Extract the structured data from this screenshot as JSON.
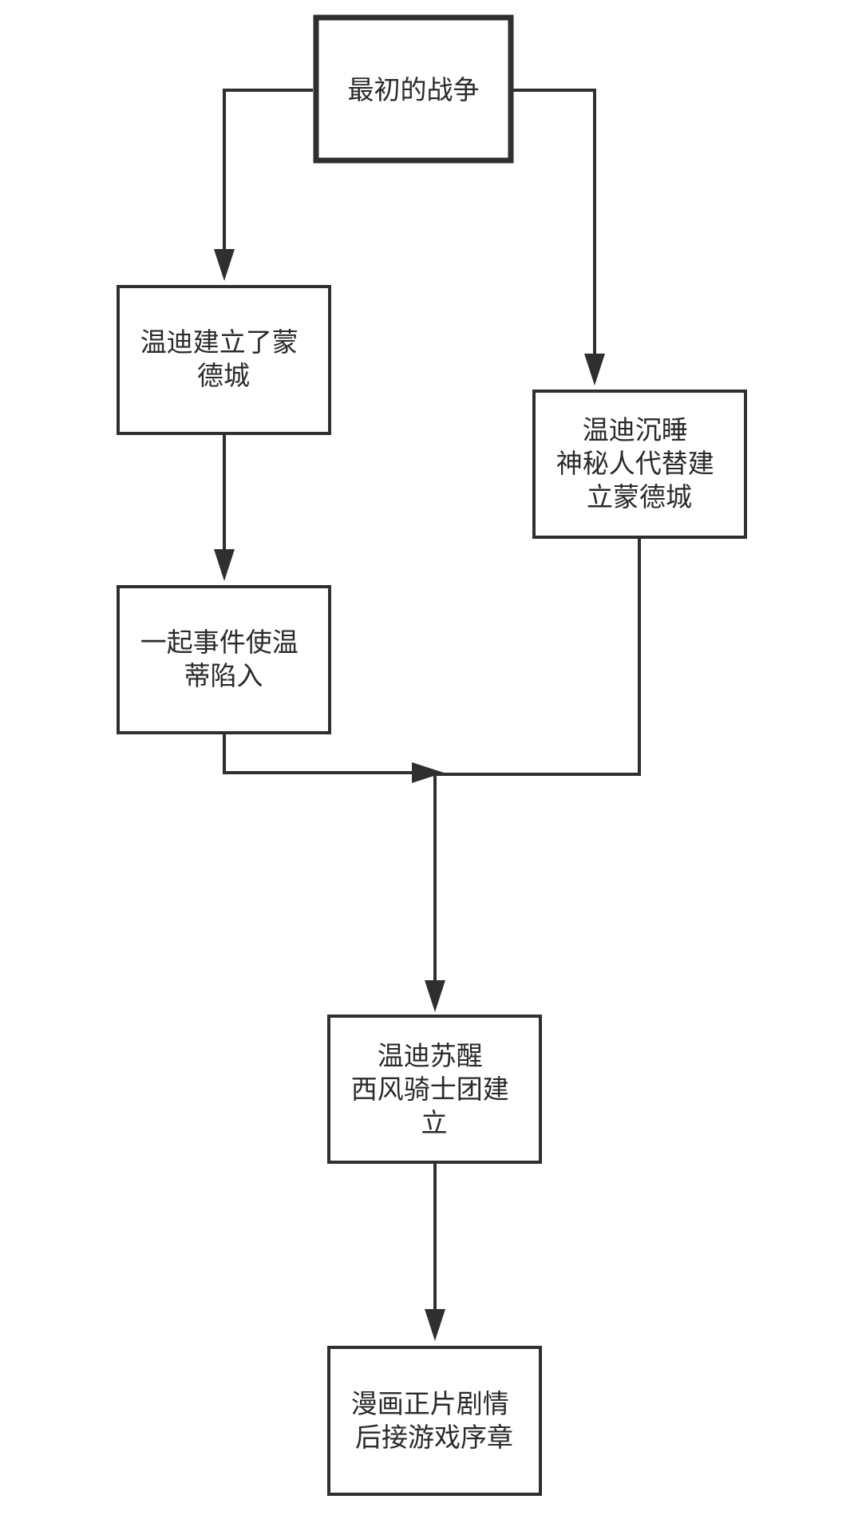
{
  "diagram": {
    "nodes": [
      {
        "id": "initial-war",
        "lines": [
          "最初的战争"
        ]
      },
      {
        "id": "venti-founds-mondstadt",
        "lines": [
          "温迪建立了蒙",
          "德城"
        ]
      },
      {
        "id": "venti-sleeps",
        "lines": [
          "温迪沉睡",
          "神秘人代替建",
          "立蒙德城"
        ]
      },
      {
        "id": "event-venti-falls",
        "lines": [
          "一起事件使温",
          "蒂陷入"
        ]
      },
      {
        "id": "venti-awakens",
        "lines": [
          "温迪苏醒",
          "西风骑士团建",
          "立"
        ]
      },
      {
        "id": "manga-story",
        "lines": [
          "漫画正片剧情",
          "后接游戏序章"
        ]
      }
    ],
    "edges": [
      {
        "from": "initial-war",
        "to": "venti-founds-mondstadt"
      },
      {
        "from": "initial-war",
        "to": "venti-sleeps"
      },
      {
        "from": "venti-founds-mondstadt",
        "to": "event-venti-falls"
      },
      {
        "from": "event-venti-falls",
        "to": "venti-awakens"
      },
      {
        "from": "venti-sleeps",
        "to": "venti-awakens"
      },
      {
        "from": "venti-awakens",
        "to": "manga-story"
      }
    ]
  }
}
